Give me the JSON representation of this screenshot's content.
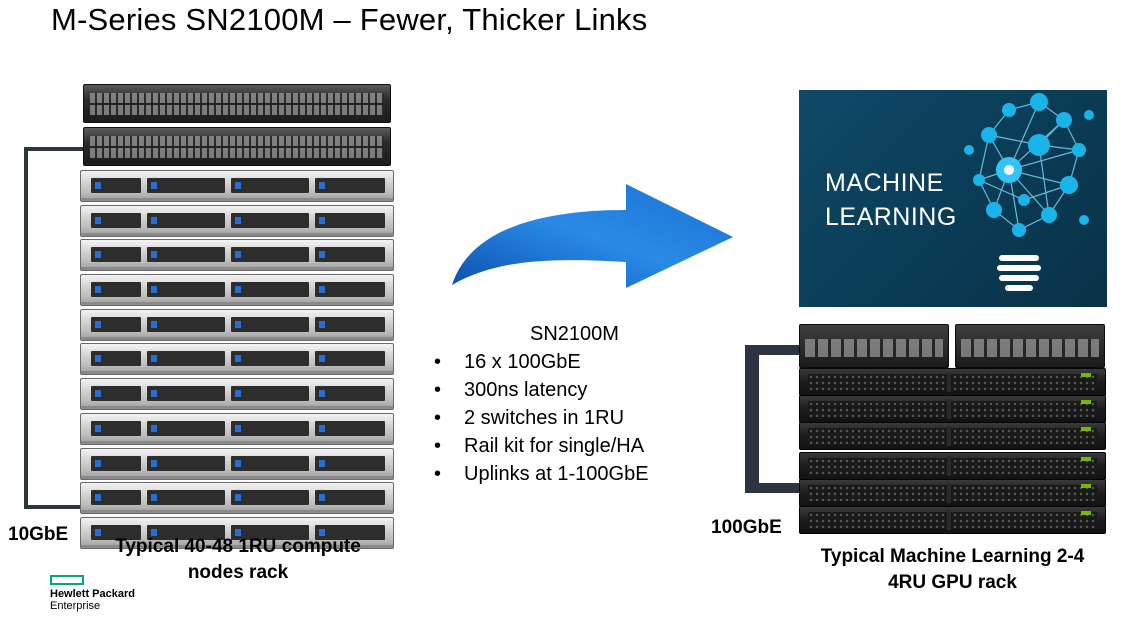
{
  "title": "M-Series SN2100M – Fewer, Thicker Links",
  "left_rack": {
    "speed_label": "10GbE",
    "caption_line1": "Typical 40-48 1RU compute",
    "caption_line2": "nodes rack",
    "switch_count": 2,
    "server_count": 11
  },
  "specs": {
    "heading": "SN2100M",
    "bullets": [
      "16 x 100GbE",
      "300ns latency",
      "2 switches in 1RU",
      "Rail kit for single/HA",
      "Uplinks at 1-100GbE"
    ]
  },
  "ml_image": {
    "line1": "MACHINE",
    "line2": "LEARNING"
  },
  "right_rack": {
    "speed_label": "100GbE",
    "caption_line1": "Typical Machine Learning 2-4",
    "caption_line2": "4RU GPU rack"
  },
  "logo": {
    "name": "Hewlett Packard",
    "sub": "Enterprise"
  },
  "colors": {
    "arrow": "#1f7fd8",
    "ml_bg": "#0b3f5a",
    "ml_nodes": "#19b4e8",
    "hpe_green": "#01a982",
    "cable": "#2b3440"
  }
}
